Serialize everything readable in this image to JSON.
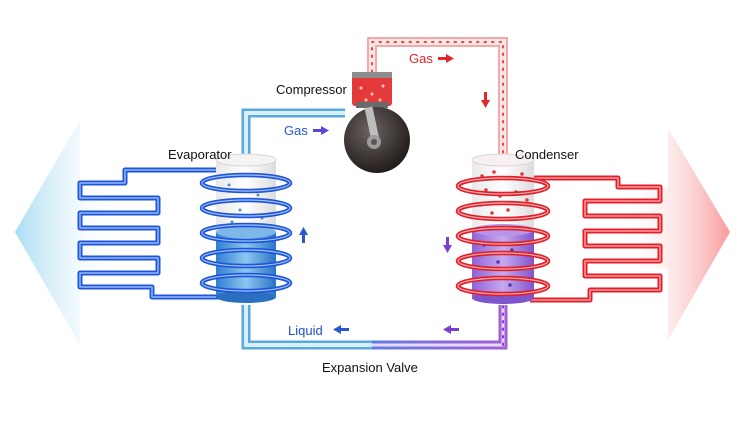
{
  "labels": {
    "compressor": "Compressor",
    "evaporator": "Evaporator",
    "condenser": "Condenser",
    "gas_top": "Gas",
    "gas_left": "Gas",
    "liquid": "Liquid",
    "expansion_valve": "Expansion Valve"
  },
  "colors": {
    "cold_blue": "#3b82e6",
    "cold_light": "#bfe3f5",
    "hot_red": "#e8353b",
    "hot_light": "#f6c2c2",
    "mixed_purple": "#8f55d6",
    "arrow_red": "#e02828",
    "arrow_blue": "#2a58c8",
    "arrow_purple": "#7a3fd0"
  },
  "icons": {
    "arrows": [
      "arrow-right-icon",
      "arrow-down-icon",
      "arrow-up-icon",
      "arrow-left-icon"
    ],
    "big_arrows": [
      "cold-air-arrow-icon",
      "hot-air-arrow-icon"
    ]
  }
}
